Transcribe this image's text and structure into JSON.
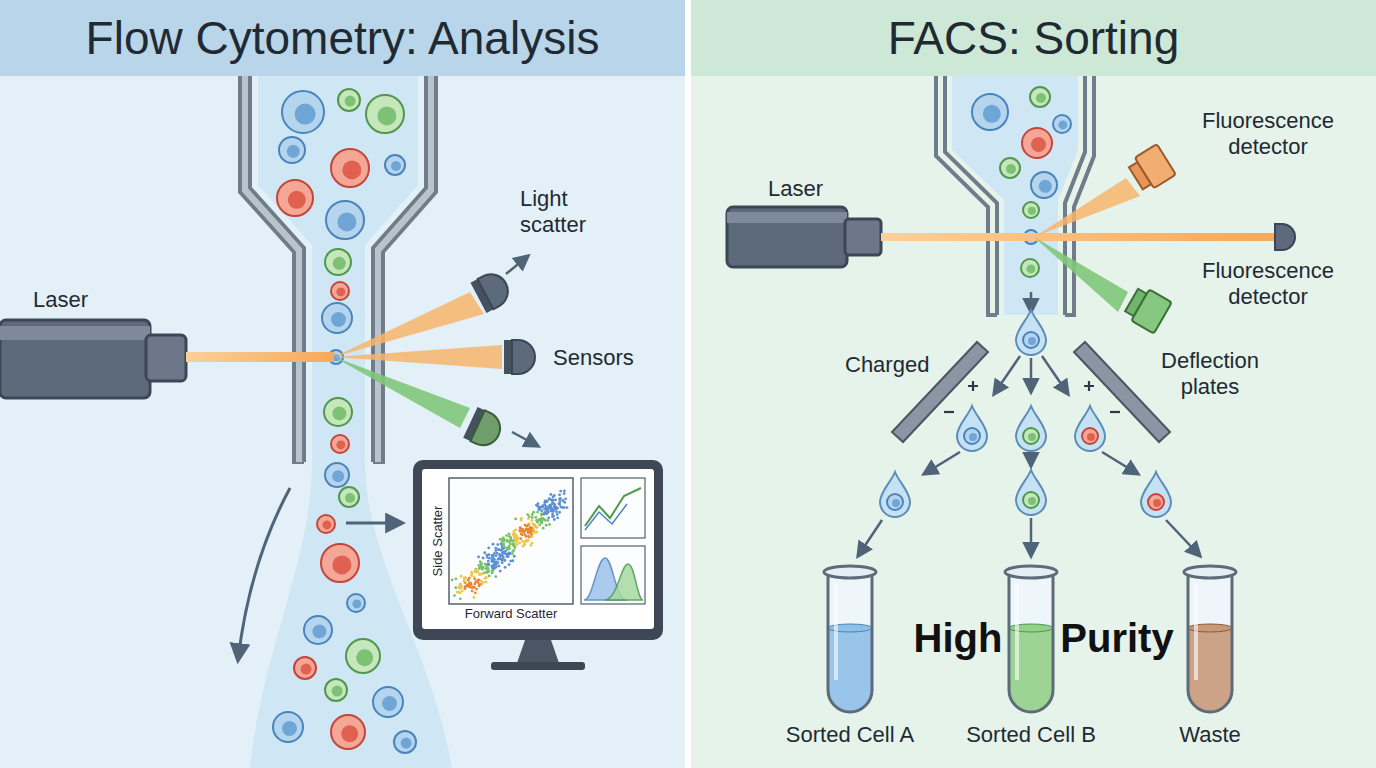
{
  "diagram": {
    "nodes": [
      {
        "text": [
          "Flow Cytometry: Analysis"
        ]
      },
      {
        "text": [
          "FACS: Sorting"
        ]
      },
      {
        "text": [
          "Side Scatter",
          "Forward Scatter"
        ],
        "in": 0
      },
      {
        "text": [
          "Sorted Cell A"
        ],
        "in": 1
      },
      {
        "text": [
          "Sorted Cell B"
        ],
        "in": 1
      },
      {
        "text": [
          "Waste"
        ],
        "in": 1
      }
    ],
    "labels": [
      "Laser",
      "Light scatter",
      "Sensors",
      "Laser",
      "Fluorescence detector",
      "Fluorescence detector",
      "Charged",
      "Deflection plates",
      "High",
      "Purity"
    ]
  }
}
